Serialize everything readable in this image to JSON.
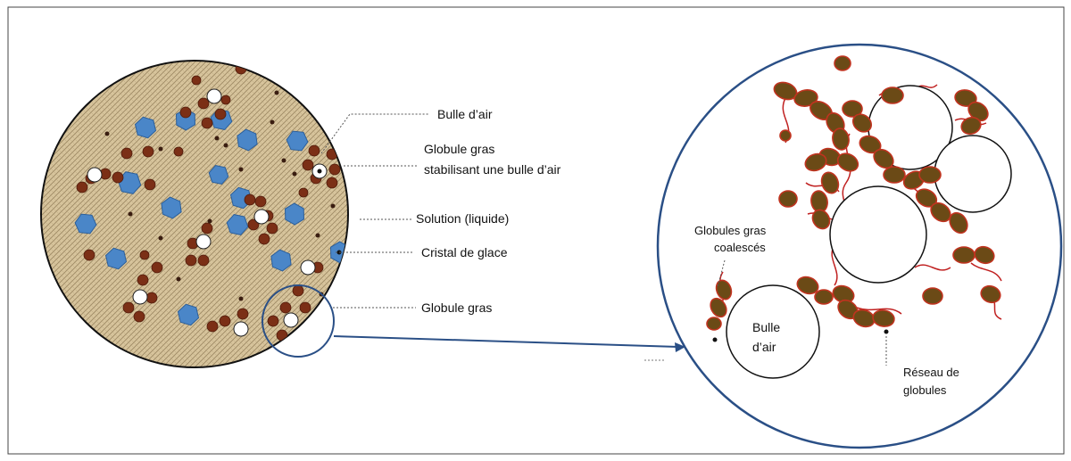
{
  "labels": {
    "bulle_air": "Bulle d’air",
    "globule_stab_1": "Globule gras",
    "globule_stab_2": "stabilisant une bulle d’air",
    "solution": "Solution (liquide)",
    "cristal": "Cristal de glace",
    "globule_gras": "Globule gras",
    "coalesces_1": "Globules gras",
    "coalesces_2": "coalescés",
    "bulle_zoom_1": "Bulle",
    "bulle_zoom_2": "d’air",
    "reseau_1": "Réseau de",
    "reseau_2": "globules"
  },
  "colors": {
    "matrix": "#d7c49c",
    "crystal": "#4a86c8",
    "fat": "#7b2f16",
    "fat_zoom": "#6b4a16",
    "fat_zoom_outline": "#c0331f",
    "network": "#c02020",
    "zoom_border": "#2a4f86",
    "bubble": "#ffffff"
  }
}
